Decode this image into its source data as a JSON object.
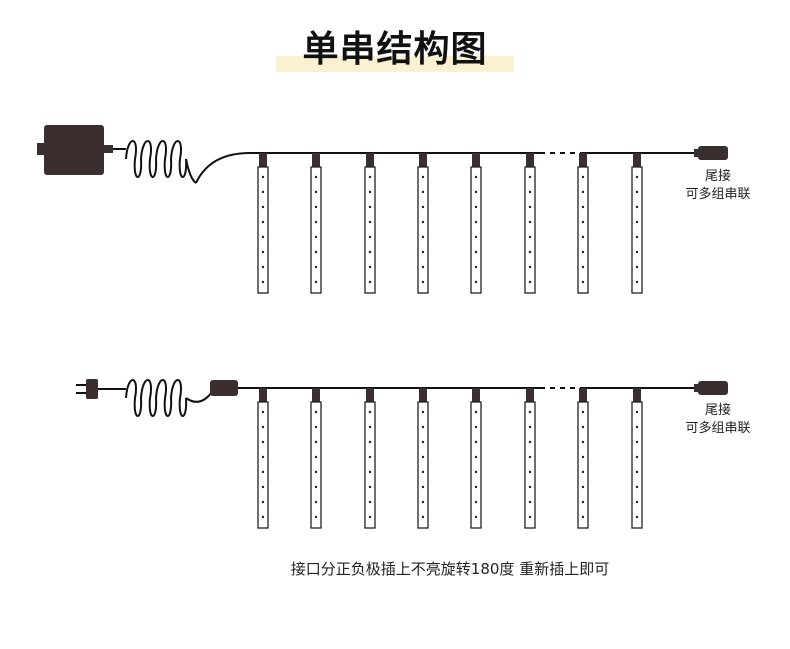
{
  "title": "单串结构图",
  "strings": [
    {
      "power_source": "adapter-box",
      "tube_count": 8,
      "end_label_line1": "尾接",
      "end_label_line2": "可多组串联"
    },
    {
      "power_source": "plug",
      "tube_count": 8,
      "end_label_line1": "尾接",
      "end_label_line2": "可多组串联"
    }
  ],
  "note": "接口分正负极插上不亮旋转180度 重新插上即可",
  "colors": {
    "device": "#3a2e2e",
    "cable": "#111111",
    "tube": "#222222",
    "title_highlight": "#fbf0cf"
  }
}
